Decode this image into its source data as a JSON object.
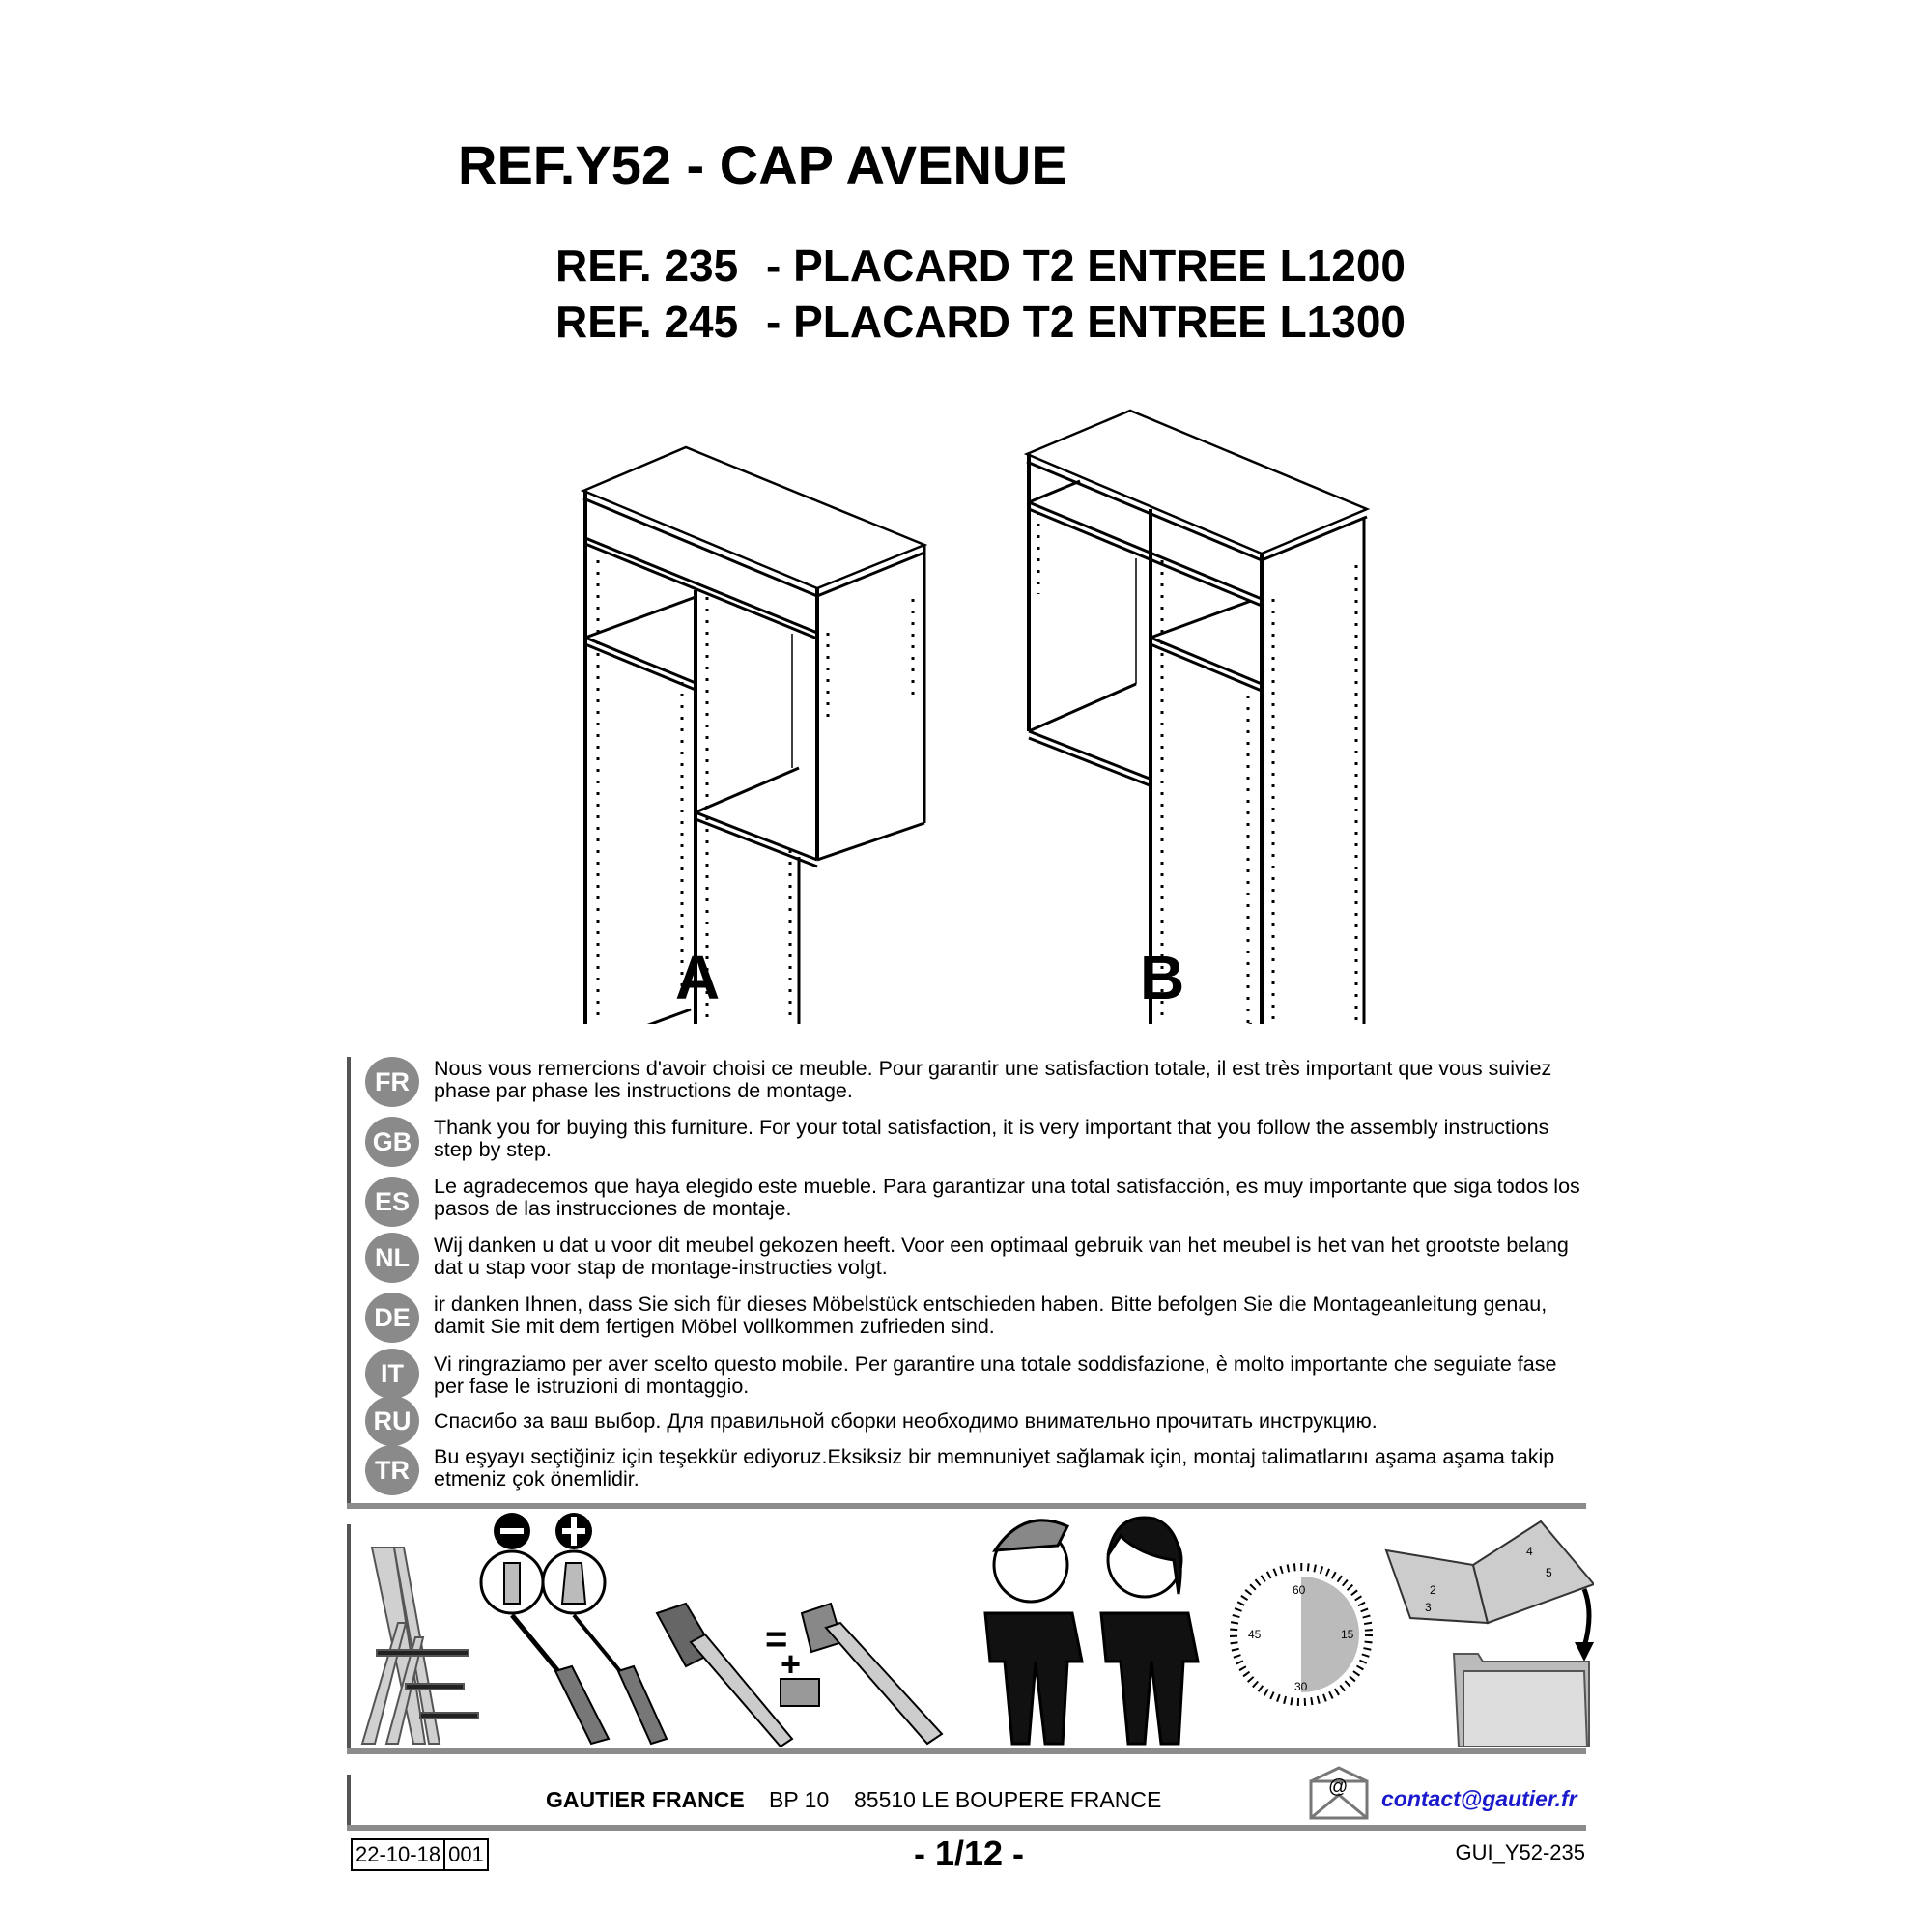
{
  "header": {
    "title": "REF.Y52 - CAP AVENUE",
    "models": [
      {
        "ref": "REF. 235",
        "name": "- PLACARD T2 ENTREE L1200"
      },
      {
        "ref": "REF. 245",
        "name": "- PLACARD T2 ENTREE L1300"
      }
    ]
  },
  "configurations": [
    "A",
    "B"
  ],
  "intro": [
    {
      "lang": "FR",
      "text": "Nous vous remercions d'avoir choisi ce meuble. Pour garantir une satisfaction totale, il est très important que vous suiviez phase par phase les instructions de montage."
    },
    {
      "lang": "GB",
      "text": "Thank you for buying this furniture. For your total satisfaction, it is very important that you follow the assembly instructions step by step."
    },
    {
      "lang": "ES",
      "text": "Le agradecemos que haya elegido este mueble. Para garantizar una total satisfacción, es muy importante que siga todos los pasos de las instrucciones de montaje."
    },
    {
      "lang": "NL",
      "text": "Wij danken u dat u voor dit meubel gekozen heeft. Voor een optimaal gebruik van het meubel is het van het grootste belang dat u stap voor stap de montage-instructies volgt."
    },
    {
      "lang": "DE",
      "text": "ir danken Ihnen, dass Sie sich für dieses Möbelstück entschieden haben. Bitte befolgen Sie die Montageanleitung genau, damit Sie mit dem fertigen Möbel vollkommen zufrieden sind."
    },
    {
      "lang": "IT",
      "text": "Vi ringraziamo per aver scelto questo mobile. Per garantire una totale soddisfazione, è molto importante che seguiate fase per fase le istruzioni di montaggio."
    },
    {
      "lang": "RU",
      "text": "Спасибо за ваш выбор. Для правильной сборки необходимо внимательно прочитать инструкцию."
    },
    {
      "lang": "TR",
      "text": "Bu eşyayı seçtiğiniz için teşekkür ediyoruz.Eksiksiz bir memnuniyet sağlamak için, montaj talimatlarını aşama aşama takip etmeniz çok önemlidir."
    }
  ],
  "tools": {
    "icons": [
      "ladder-icon",
      "flat-screwdriver-icon",
      "phillips-screwdriver-icon",
      "mallet-icon",
      "hammer-icon",
      "two-people-icon",
      "timer-icon",
      "manual-book-icon",
      "folder-icon"
    ],
    "equals": "=",
    "plus": "+",
    "timer_labels": [
      "60",
      "15",
      "30",
      "45"
    ],
    "book_pages": [
      "2",
      "3",
      "4",
      "5"
    ]
  },
  "footer": {
    "company": "GAUTIER FRANCE",
    "po_box": "BP 10",
    "address": "85510 LE BOUPERE FRANCE",
    "email_symbol": "@",
    "email": "contact@gautier.fr",
    "date": "22-10-18",
    "revision": "001",
    "page": "- 1/12 -",
    "doc_ref": "GUI_Y52-235",
    "email_color": "#1a1acc",
    "badge_color": "#8a8a8a"
  }
}
